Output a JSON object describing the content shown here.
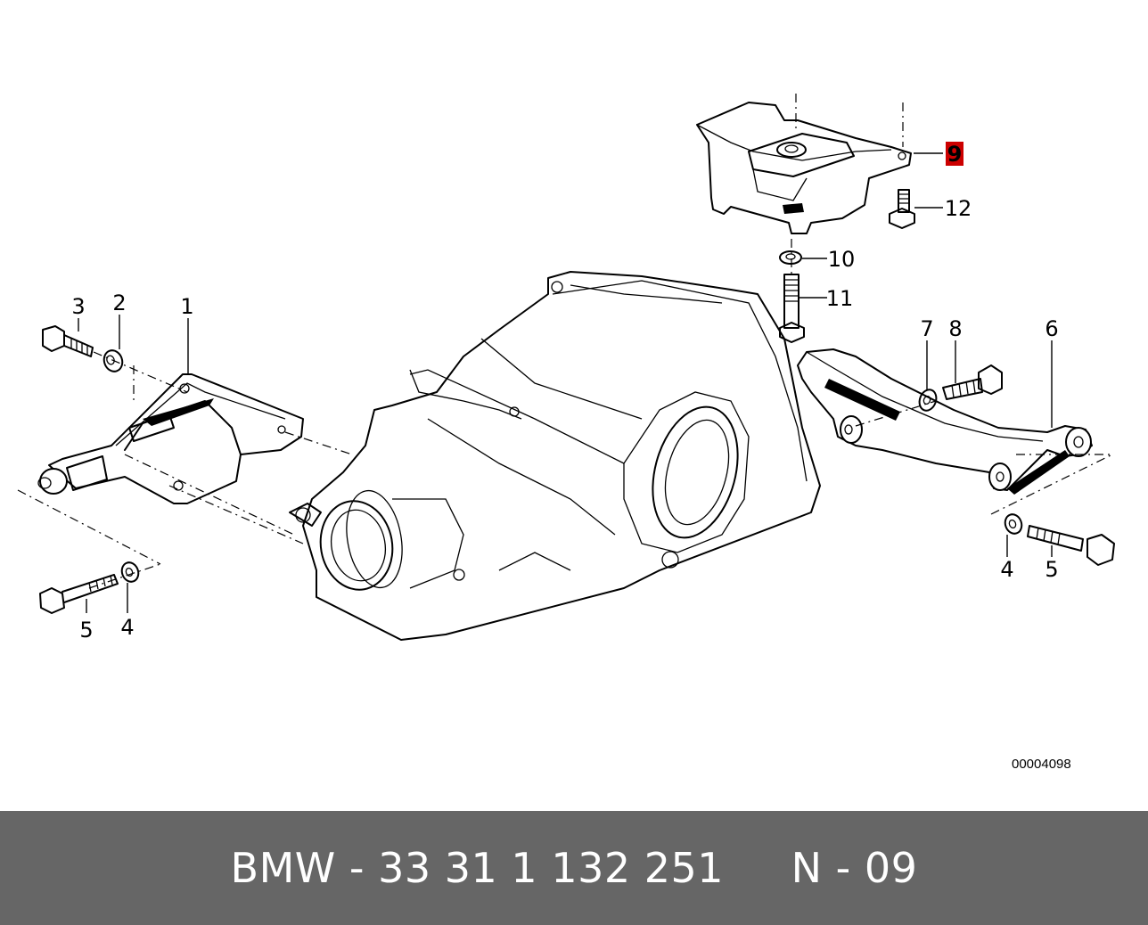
{
  "diagram": {
    "callouts": [
      {
        "id": "c3",
        "text": "3"
      },
      {
        "id": "c2",
        "text": "2"
      },
      {
        "id": "c1",
        "text": "1"
      },
      {
        "id": "c5l",
        "text": "5"
      },
      {
        "id": "c4l",
        "text": "4"
      },
      {
        "id": "c9",
        "text": "9",
        "highlight": "#cc0000"
      },
      {
        "id": "c12",
        "text": "12"
      },
      {
        "id": "c10",
        "text": "10"
      },
      {
        "id": "c11",
        "text": "11"
      },
      {
        "id": "c7",
        "text": "7"
      },
      {
        "id": "c8",
        "text": "8"
      },
      {
        "id": "c6",
        "text": "6"
      },
      {
        "id": "c4r",
        "text": "4"
      },
      {
        "id": "c5r",
        "text": "5"
      }
    ],
    "reference_code": "00004098"
  },
  "footer": {
    "label": "BMW - 33 31 1 132 251     N - 09",
    "background": "#666666"
  }
}
